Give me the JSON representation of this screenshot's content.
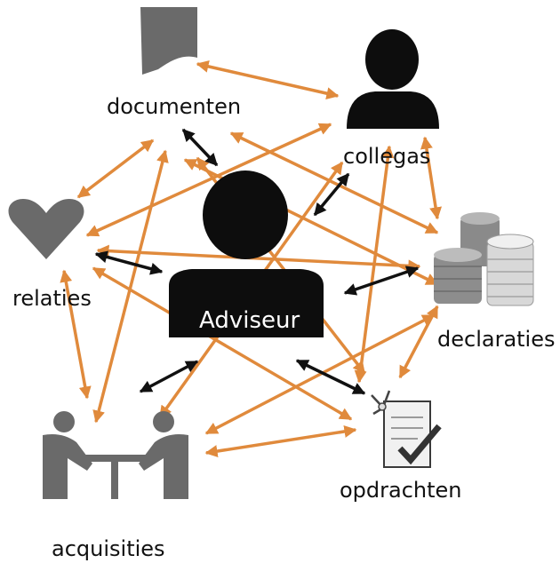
{
  "labels": {
    "documenten": "documenten",
    "collegas": "collegas",
    "relaties": "relaties",
    "adviseur": "Adviseur",
    "declaraties": "declaraties",
    "opdrachten": "opdrachten",
    "acquisities": "acquisities"
  },
  "colors": {
    "orange_arrow": "#e08a3c",
    "black_arrow": "#111111",
    "icon_gray": "#6a6a6a",
    "icon_black": "#0d0d0d"
  },
  "connections": {
    "orange": [
      [
        "documenten",
        "collegas"
      ],
      [
        "documenten",
        "relaties"
      ],
      [
        "documenten",
        "declaraties"
      ],
      [
        "documenten",
        "opdrachten"
      ],
      [
        "documenten",
        "acquisities"
      ],
      [
        "collegas",
        "relaties"
      ],
      [
        "collegas",
        "declaraties"
      ],
      [
        "collegas",
        "opdrachten"
      ],
      [
        "collegas",
        "acquisities"
      ],
      [
        "relaties",
        "declaraties"
      ],
      [
        "relaties",
        "opdrachten"
      ],
      [
        "relaties",
        "acquisities"
      ],
      [
        "declaraties",
        "opdrachten"
      ],
      [
        "declaraties",
        "acquisities"
      ],
      [
        "opdrachten",
        "acquisities"
      ]
    ],
    "black": [
      [
        "adviseur",
        "documenten"
      ],
      [
        "adviseur",
        "collegas"
      ],
      [
        "adviseur",
        "relaties"
      ],
      [
        "adviseur",
        "declaraties"
      ],
      [
        "adviseur",
        "opdrachten"
      ],
      [
        "adviseur",
        "acquisities"
      ]
    ]
  }
}
